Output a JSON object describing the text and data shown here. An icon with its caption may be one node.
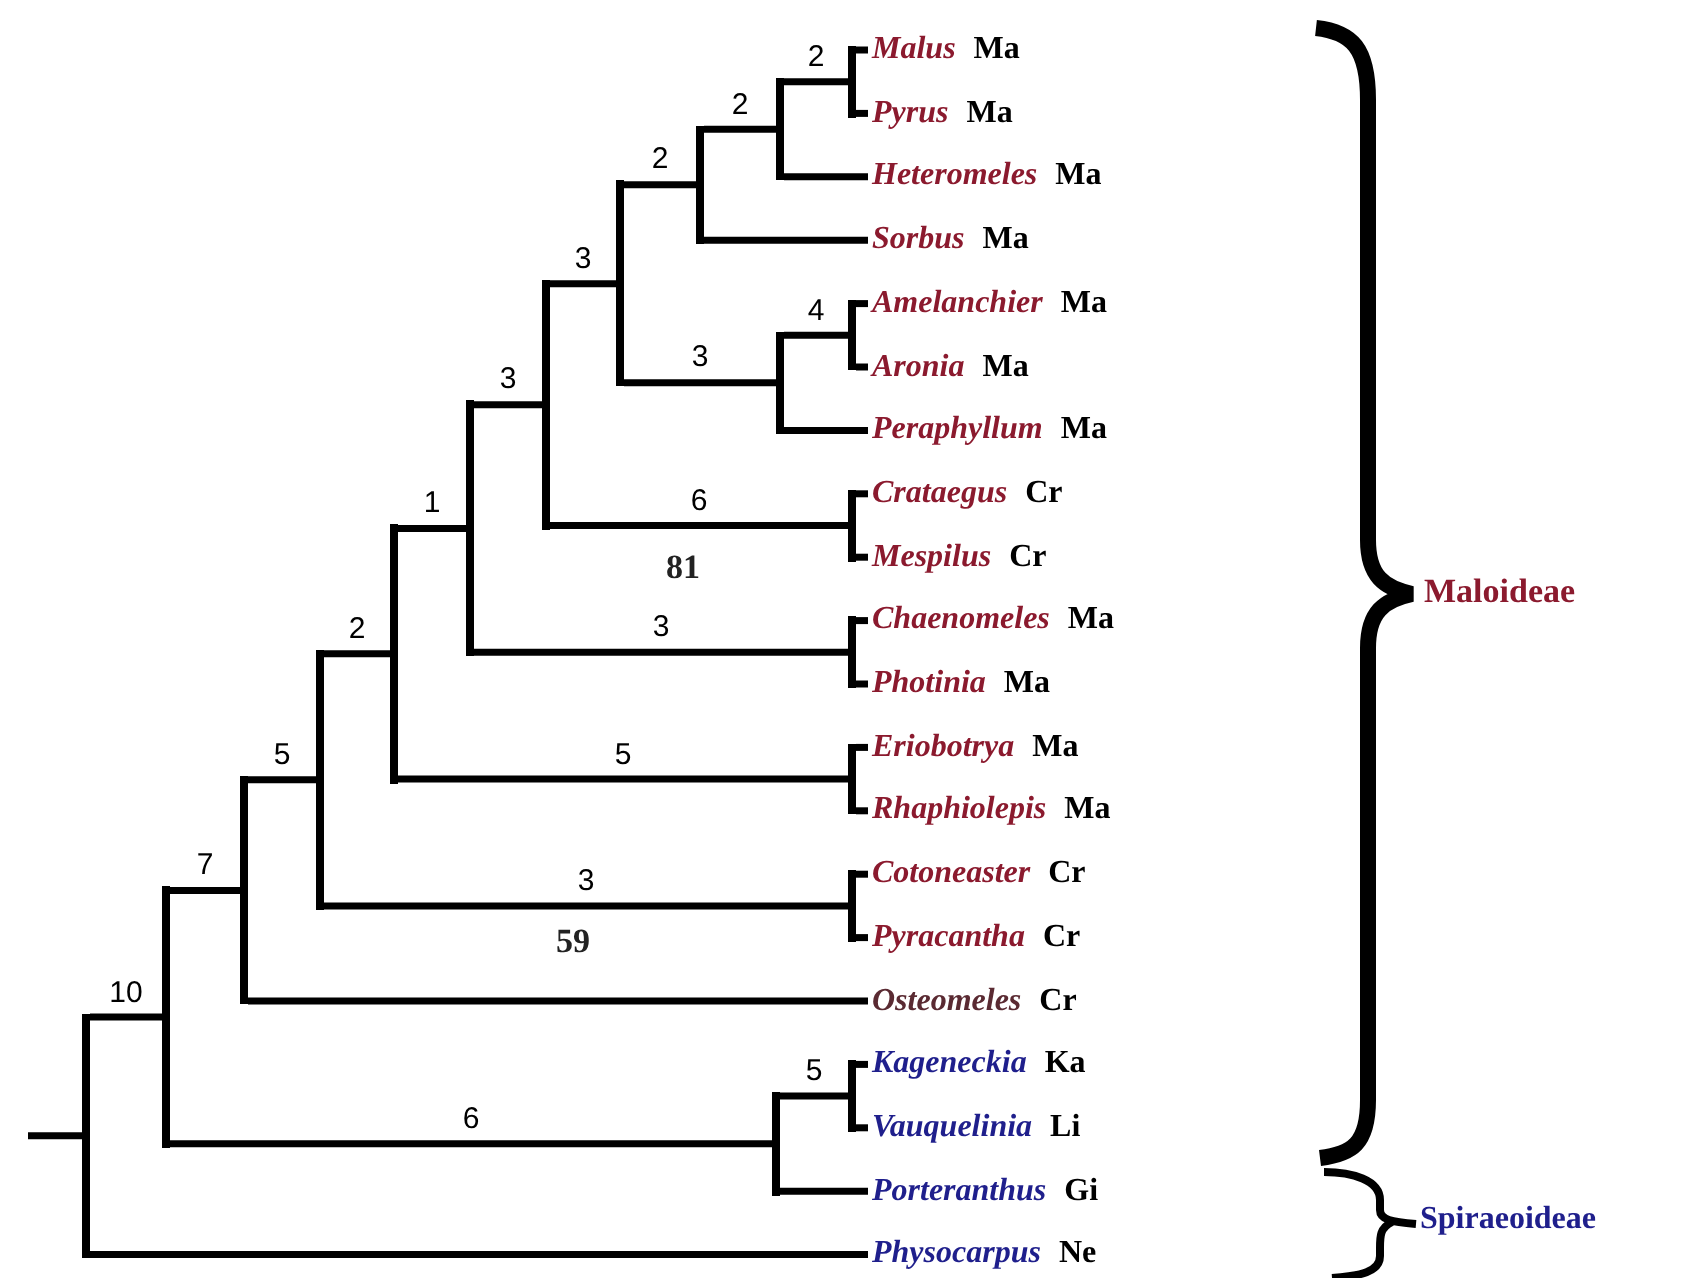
{
  "diagram": {
    "nodes": [
      {
        "text": [
          "Malus",
          "Ma"
        ]
      },
      {
        "text": [
          "Pyrus",
          "Ma"
        ]
      },
      {
        "text": [
          "Heteromeles",
          "Ma"
        ]
      },
      {
        "text": [
          "Sorbus",
          "Ma"
        ]
      },
      {
        "text": [
          "Amelanchier",
          "Ma"
        ]
      },
      {
        "text": [
          "Aronia",
          "Ma"
        ]
      },
      {
        "text": [
          "Peraphyllum",
          "Ma"
        ]
      },
      {
        "text": [
          "Crataegus",
          "Cr"
        ]
      },
      {
        "text": [
          "Mespilus",
          "Cr"
        ]
      },
      {
        "text": [
          "Chaenomeles",
          "Ma"
        ]
      },
      {
        "text": [
          "Photinia",
          "Ma"
        ]
      },
      {
        "text": [
          "Eriobotrya",
          "Ma"
        ]
      },
      {
        "text": [
          "Rhaphiolepis",
          "Ma"
        ]
      },
      {
        "text": [
          "Cotoneaster",
          "Cr"
        ]
      },
      {
        "text": [
          "Pyracantha",
          "Cr"
        ]
      },
      {
        "text": [
          "Osteomeles",
          "Cr"
        ]
      },
      {
        "text": [
          "Kageneckia",
          "Ka"
        ]
      },
      {
        "text": [
          "Vauquelinia",
          "Li"
        ]
      },
      {
        "text": [
          "Porteranthus",
          "Gi"
        ]
      },
      {
        "text": [
          "Physocarpus",
          "Ne"
        ]
      },
      {
        "text": [],
        "shape": "bar"
      },
      {
        "text": [],
        "shape": "bar"
      },
      {
        "text": [],
        "shape": "bar"
      },
      {
        "text": [],
        "shape": "bar"
      },
      {
        "text": [],
        "shape": "bar"
      },
      {
        "text": [],
        "shape": "bar"
      },
      {
        "text": [],
        "shape": "bar"
      },
      {
        "text": [],
        "shape": "bar"
      },
      {
        "text": [],
        "shape": "bar"
      },
      {
        "text": [],
        "shape": "bar"
      },
      {
        "text": [],
        "shape": "bar"
      },
      {
        "text": [],
        "shape": "bar"
      },
      {
        "text": [],
        "shape": "bar"
      },
      {
        "text": [],
        "shape": "bar"
      },
      {
        "text": [],
        "shape": "bar"
      },
      {
        "text": [],
        "shape": "bar"
      },
      {
        "text": [],
        "shape": "bar"
      },
      {
        "text": [],
        "shape": "bar"
      },
      {
        "text": [],
        "shape": "bar"
      }
    ],
    "edges": [
      {
        "from": null,
        "to": 20,
        "arrow": "none"
      },
      {
        "from": 20,
        "to": 21,
        "arrow": "none",
        "label": "10"
      },
      {
        "from": 20,
        "to": 19,
        "arrow": "none"
      },
      {
        "from": 21,
        "to": 22,
        "arrow": "none",
        "label": "7"
      },
      {
        "from": 21,
        "to": 31,
        "arrow": "none",
        "label": "6"
      },
      {
        "from": 22,
        "to": 23,
        "arrow": "none",
        "label": "5"
      },
      {
        "from": 22,
        "to": 15,
        "arrow": "none"
      },
      {
        "from": 23,
        "to": 24,
        "arrow": "none",
        "label": "2"
      },
      {
        "from": 23,
        "to": 37,
        "arrow": "none",
        "label": "3"
      },
      {
        "from": 24,
        "to": 25,
        "arrow": "none",
        "label": "1"
      },
      {
        "from": 24,
        "to": 36,
        "arrow": "none",
        "label": "5"
      },
      {
        "from": 25,
        "to": 26,
        "arrow": "none",
        "label": "3"
      },
      {
        "from": 25,
        "to": 35,
        "arrow": "none",
        "label": "3"
      },
      {
        "from": 26,
        "to": 27,
        "arrow": "none",
        "label": "3"
      },
      {
        "from": 26,
        "to": 34,
        "arrow": "none",
        "label": "6"
      },
      {
        "from": 27,
        "to": 28,
        "arrow": "none",
        "label": "2"
      },
      {
        "from": 27,
        "to": 30,
        "arrow": "none",
        "label": "3"
      },
      {
        "from": 28,
        "to": 29,
        "arrow": "none",
        "label": "2"
      },
      {
        "from": 28,
        "to": 3,
        "arrow": "none"
      },
      {
        "from": 29,
        "to": 32,
        "arrow": "none",
        "label": "2"
      },
      {
        "from": 29,
        "to": 2,
        "arrow": "none"
      },
      {
        "from": 30,
        "to": 33,
        "arrow": "none",
        "label": "4"
      },
      {
        "from": 30,
        "to": 6,
        "arrow": "none"
      },
      {
        "from": 31,
        "to": 38,
        "arrow": "none",
        "label": "5"
      },
      {
        "from": 31,
        "to": 18,
        "arrow": "none"
      },
      {
        "from": 32,
        "to": 0,
        "arrow": "none"
      },
      {
        "from": 32,
        "to": 1,
        "arrow": "none"
      },
      {
        "from": 33,
        "to": 4,
        "arrow": "none"
      },
      {
        "from": 33,
        "to": 5,
        "arrow": "none"
      },
      {
        "from": 34,
        "to": 7,
        "arrow": "none"
      },
      {
        "from": 34,
        "to": 8,
        "arrow": "none"
      },
      {
        "from": 35,
        "to": 9,
        "arrow": "none"
      },
      {
        "from": 35,
        "to": 10,
        "arrow": "none"
      },
      {
        "from": 36,
        "to": 11,
        "arrow": "none"
      },
      {
        "from": 36,
        "to": 12,
        "arrow": "none"
      },
      {
        "from": 37,
        "to": 13,
        "arrow": "none"
      },
      {
        "from": 37,
        "to": 14,
        "arrow": "none"
      },
      {
        "from": 38,
        "to": 16,
        "arrow": "none"
      },
      {
        "from": 38,
        "to": 17,
        "arrow": "none"
      }
    ],
    "labels": [
      "81",
      "59",
      "Maloideae",
      "Spiraeoideae"
    ]
  }
}
